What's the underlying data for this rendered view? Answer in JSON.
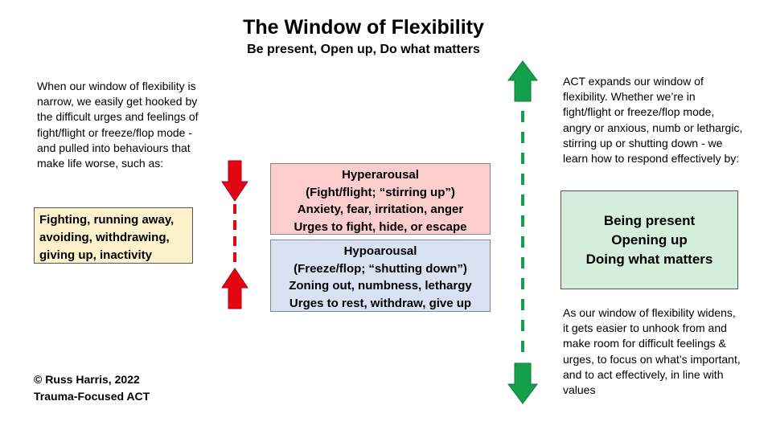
{
  "title": "The Window of Flexibility",
  "subtitle": "Be present, Open up, Do what matters",
  "left_text": "When our window of flexibility is narrow, we easily get hooked by the difficult urges and feelings of fight/flight or freeze/flop mode -  and pulled into behaviours that make life worse, such as:",
  "left_box": {
    "lines": [
      "Fighting, running away,",
      "avoiding, withdrawing,",
      "giving up, inactivity"
    ]
  },
  "hyperarousal": {
    "heading": "Hyperarousal",
    "lines": [
      "(Fight/flight; “stirring up”)",
      "Anxiety, fear, irritation, anger",
      "Urges to fight, hide, or escape"
    ]
  },
  "hypoarousal": {
    "heading": "Hypoarousal",
    "lines": [
      "(Freeze/flop; “shutting down”)",
      "Zoning out, numbness, lethargy",
      "Urges to rest, withdraw, give up"
    ]
  },
  "right_text": "ACT expands our window of flexibility. Whether we’re in fight/flight or freeze/flop  mode, angry or anxious, numb or lethargic, stirring up or shutting down - we learn how to respond effectively  by:",
  "right_box": {
    "lines": [
      "Being present",
      "Opening up",
      "Doing what matters"
    ]
  },
  "right_bottom_text": "As our window of flexibility widens, it gets easier to unhook from and make room for difficult feelings & urges, to focus on what’s important, and to act effectively,  in line with values",
  "credit": {
    "line1": "© Russ Harris, 2022",
    "line2": "Trauma-Focused ACT"
  },
  "colors": {
    "red_arrow": "#e30613",
    "green_arrow": "#14a04a",
    "hyper_fill": "#fbcdcd",
    "hypo_fill": "#d9e2f3",
    "left_box_fill": "#fef2cd",
    "right_box_fill": "#d4eedb"
  }
}
